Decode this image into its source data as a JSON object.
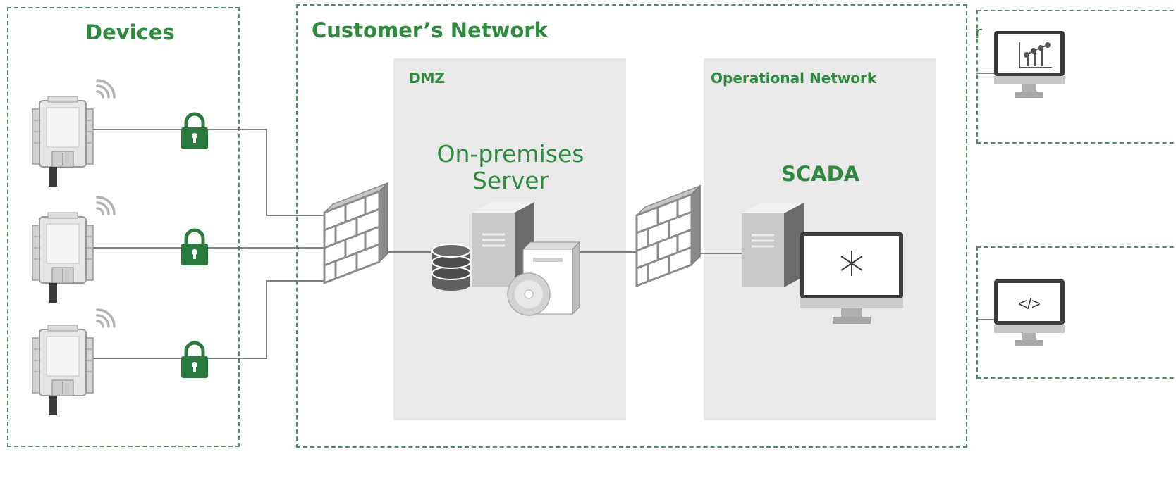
{
  "groups": {
    "devices": "Devices",
    "customer_network": "Customer’s Network"
  },
  "zones": {
    "dmz": "DMZ",
    "operational": "Operational Network"
  },
  "nodes": {
    "server": "On-premises\nServer",
    "scada": "SCADA",
    "remote_fragment": "r",
    "code_symbol": "</>"
  },
  "colors": {
    "accent": "#2e8a3e",
    "lock": "#2b7a3d",
    "zone_bg": "#e9e9e9",
    "dash": "#4f8f5f"
  },
  "icons": [
    "router-device-icon",
    "wifi-icon",
    "lock-icon",
    "firewall-icon",
    "server-tower-icon",
    "database-icon",
    "software-box-icon",
    "cd-disc-icon",
    "monitor-icon",
    "chart-icon",
    "code-icon"
  ]
}
